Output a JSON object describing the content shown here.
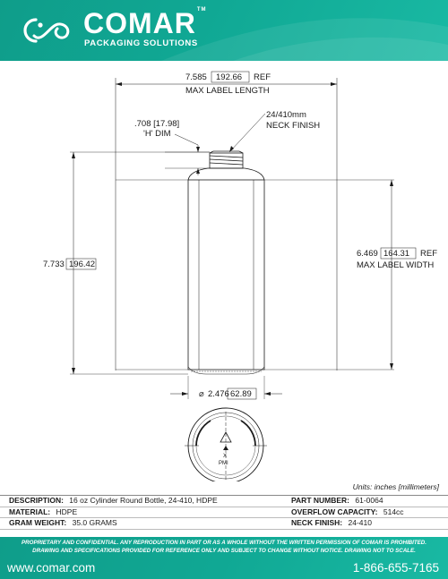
{
  "brand": {
    "name": "COMAR",
    "trademark": "TM",
    "tagline": "PACKAGING SOLUTIONS"
  },
  "drawing": {
    "max_label_length_value": "7.585",
    "max_label_length_mm": "192.66",
    "max_label_length_suffix": "REF",
    "max_label_length_caption": "MAX LABEL LENGTH",
    "h_dim_value": ".708 [17.98]",
    "h_dim_caption": "'H' DIM",
    "neck_value": "24/410mm",
    "neck_caption": "NECK FINISH",
    "height_value": "7.733",
    "height_mm": "196.42",
    "label_width_value": "6.469",
    "label_width_mm": "164.31",
    "label_width_suffix": "REF",
    "label_width_caption": "MAX LABEL WIDTH",
    "diameter_symbol": "⌀",
    "diameter_value": "2.476",
    "diameter_mm": "62.89",
    "bottom_x_mark": "X",
    "bottom_resin_code": "PMI",
    "units_note": "Units: inches [millimeters]"
  },
  "specs": {
    "description_label": "DESCRIPTION:",
    "description_value": "16 oz Cylinder Round Bottle, 24-410, HDPE",
    "part_number_label": "PART NUMBER:",
    "part_number_value": "61-0064",
    "material_label": "MATERIAL:",
    "material_value": "HDPE",
    "overflow_label": "OVERFLOW CAPACITY:",
    "overflow_value": "514cc",
    "gram_weight_label": "GRAM WEIGHT:",
    "gram_weight_value": "35.0 GRAMS",
    "neck_finish_label": "NECK FINISH:",
    "neck_finish_value": "24-410"
  },
  "footer": {
    "legal_line1": "PROPRIETARY AND CONFIDENTIAL. ANY REPRODUCTION IN PART OR AS A WHOLE WITHOUT THE WRITTEN PERMISSION OF COMAR IS PROHIBITED.",
    "legal_line2": "DRAWING AND SPECIFICATIONS PROVIDED FOR REFERENCE ONLY AND SUBJECT TO CHANGE WITHOUT NOTICE. DRAWING NOT TO SCALE.",
    "website": "www.comar.com",
    "phone": "1-866-655-7165"
  },
  "colors": {
    "brand_teal": "#10a894",
    "line": "#1a1a1a"
  }
}
